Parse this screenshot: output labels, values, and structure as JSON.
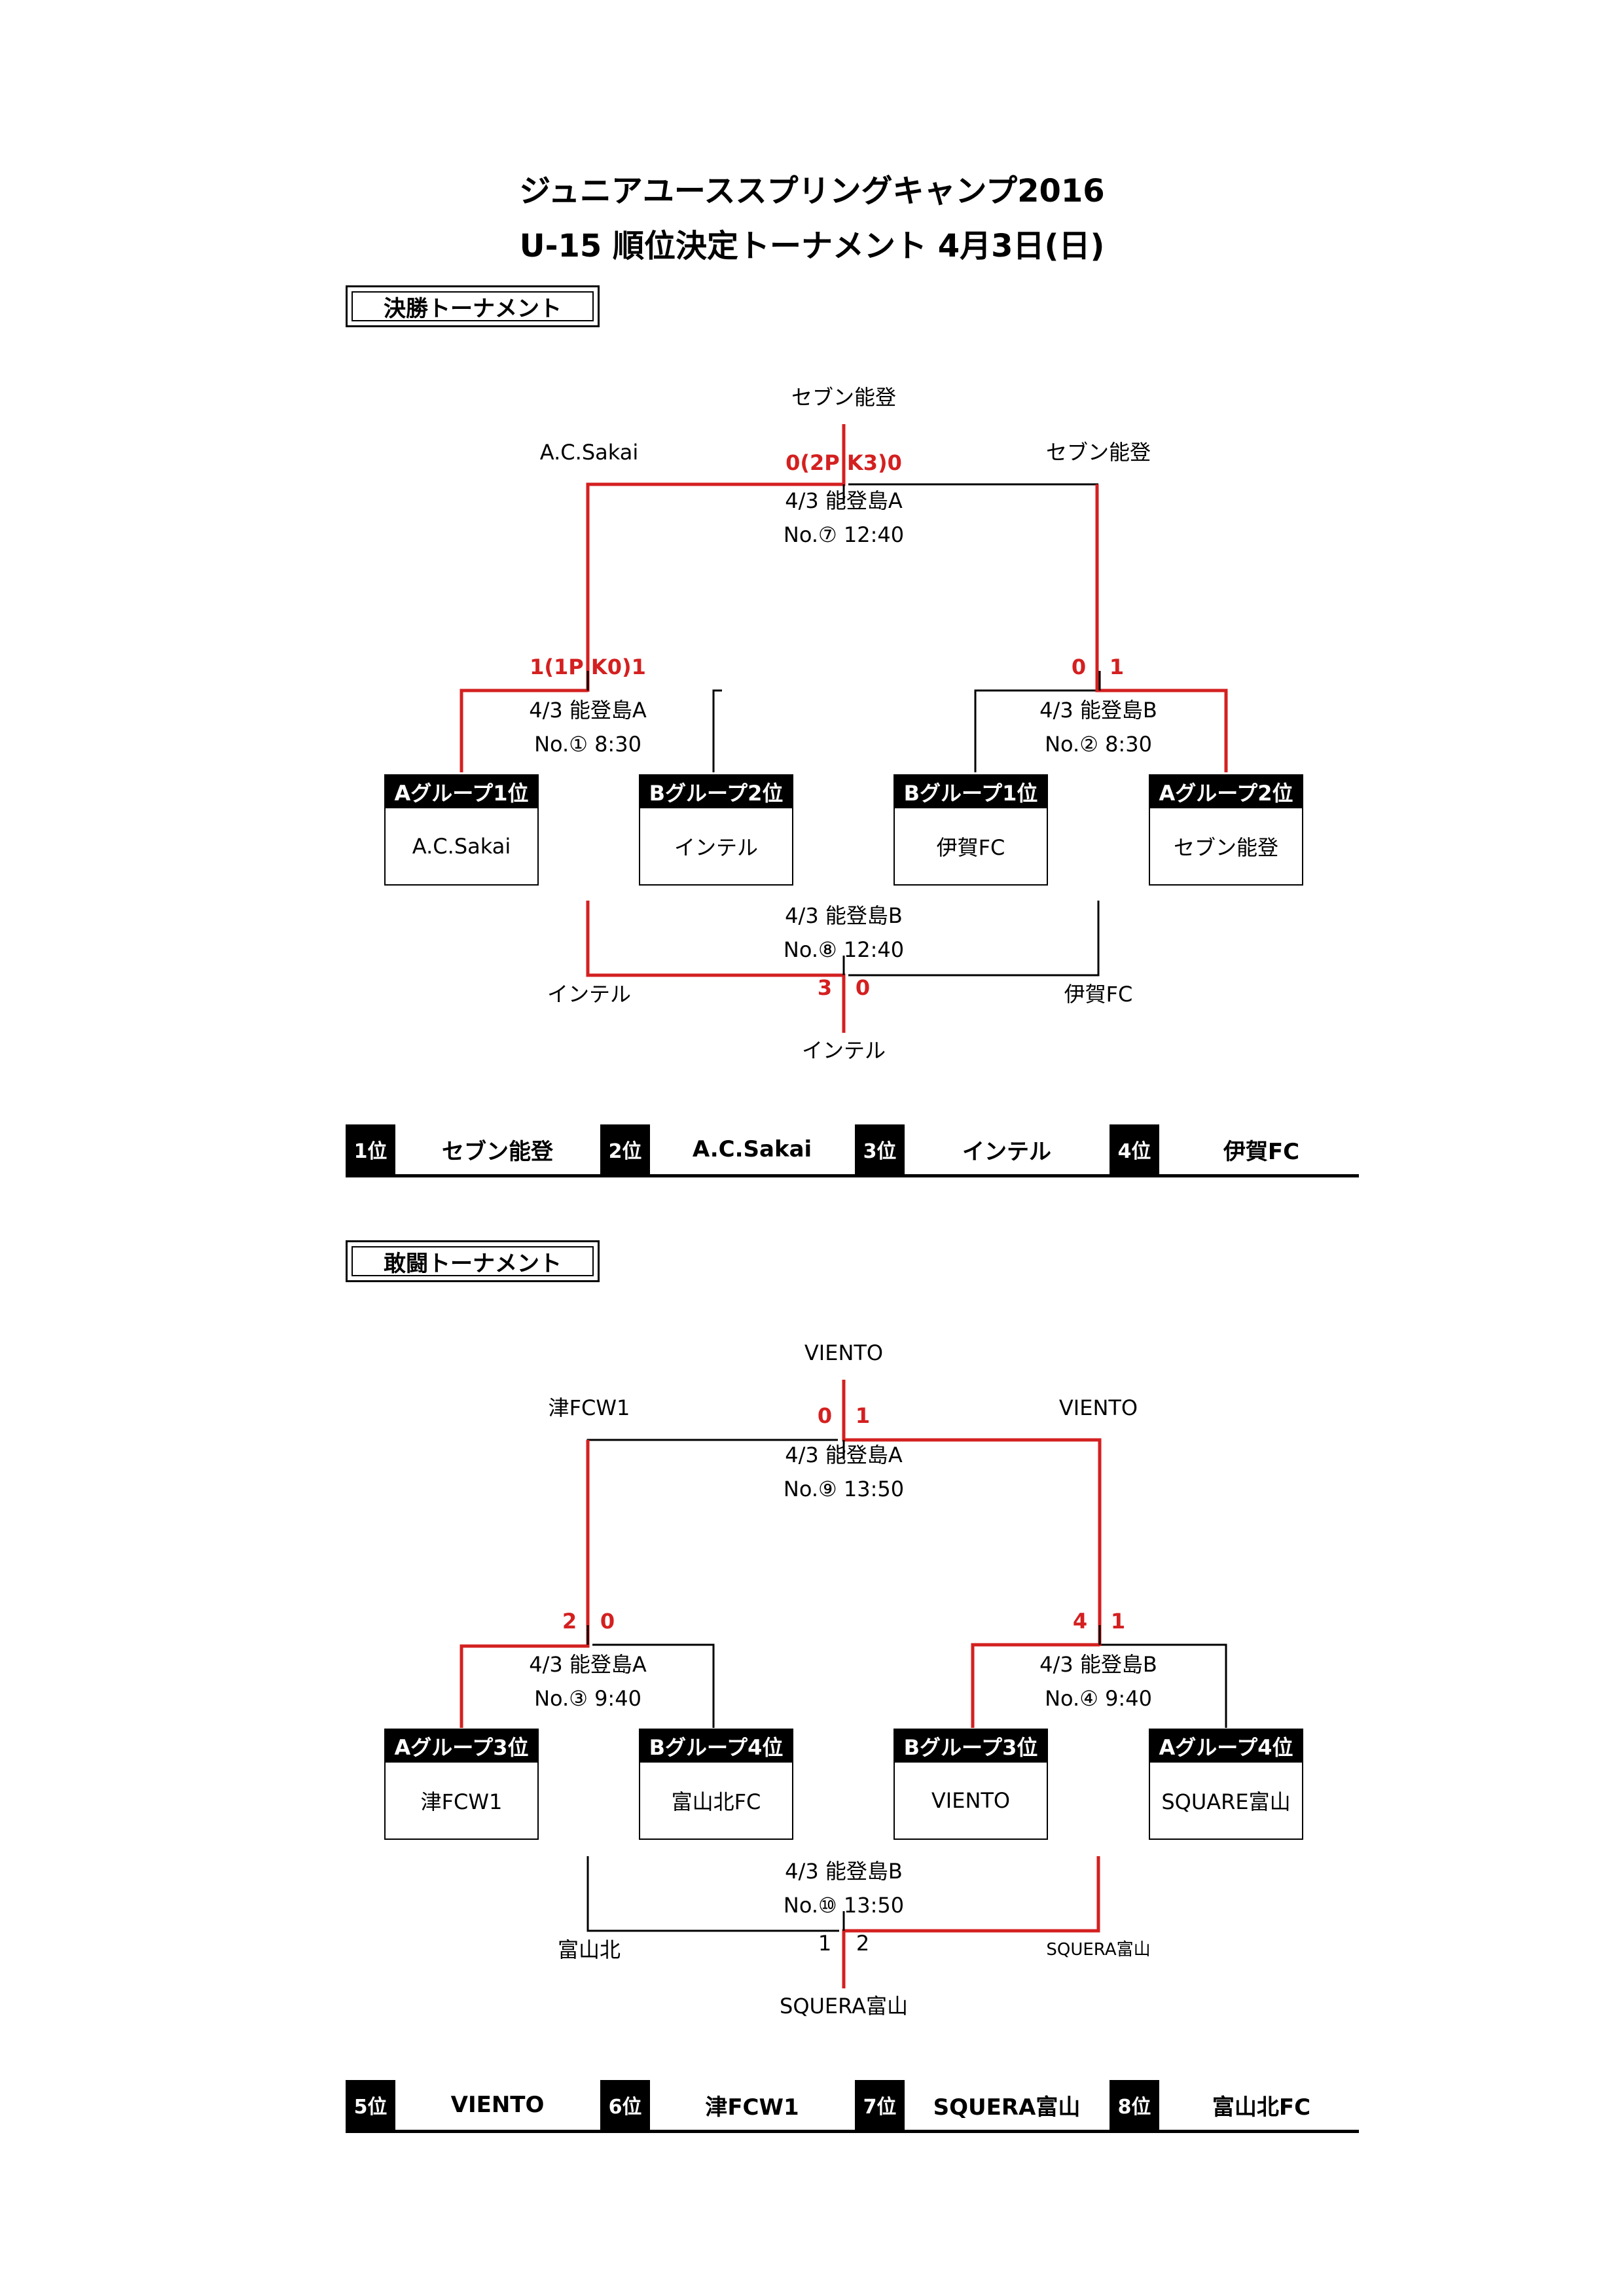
{
  "title": {
    "line1": "ジュニアユーススプリングキャンプ2016",
    "line2": "U-15 順位決定トーナメント 4月3日(日)"
  },
  "colors": {
    "win_line": "#d42020",
    "line": "#000000",
    "header_bg": "#000000"
  },
  "final": {
    "section": "決勝トーナメント",
    "winner": "セブン能登",
    "final_match": {
      "left_team": "A.C.Sakai",
      "right_team": "セブン能登",
      "score": "0(2P K3)0",
      "venue": "4/3 能登島A",
      "no": "No.⑦ 12:40"
    },
    "semi1": {
      "score": "1(1P K0)1",
      "venue": "4/3 能登島A",
      "no": "No.① 8:30"
    },
    "semi2": {
      "score_left": "0",
      "score_right": "1",
      "venue": "4/3 能登島B",
      "no": "No.② 8:30"
    },
    "teams": [
      {
        "header": "Aグループ1位",
        "name": "A.C.Sakai"
      },
      {
        "header": "Bグループ2位",
        "name": "インテル"
      },
      {
        "header": "Bグループ1位",
        "name": "伊賀FC"
      },
      {
        "header": "Aグループ2位",
        "name": "セブン能登"
      }
    ],
    "third_match": {
      "venue": "4/3 能登島B",
      "no": "No.⑧ 12:40",
      "left_team": "インテル",
      "right_team": "伊賀FC",
      "score_left": "3",
      "score_right": "0",
      "winner": "インテル"
    },
    "ranks": [
      {
        "label": "1位",
        "name": "セブン能登"
      },
      {
        "label": "2位",
        "name": "A.C.Sakai"
      },
      {
        "label": "3位",
        "name": "インテル"
      },
      {
        "label": "4位",
        "name": "伊賀FC"
      }
    ]
  },
  "consolation": {
    "section": "敢闘トーナメント",
    "winner": "VIENTO",
    "final_match": {
      "left_team": "津FCW1",
      "right_team": "VIENTO",
      "score_left": "0",
      "score_right": "1",
      "venue": "4/3 能登島A",
      "no": "No.⑨ 13:50"
    },
    "semi1": {
      "score_left": "2",
      "score_right": "0",
      "venue": "4/3 能登島A",
      "no": "No.③ 9:40"
    },
    "semi2": {
      "score_left": "4",
      "score_right": "1",
      "venue": "4/3 能登島B",
      "no": "No.④ 9:40"
    },
    "teams": [
      {
        "header": "Aグループ3位",
        "name": "津FCW1"
      },
      {
        "header": "Bグループ4位",
        "name": "富山北FC"
      },
      {
        "header": "Bグループ3位",
        "name": "VIENTO"
      },
      {
        "header": "Aグループ4位",
        "name": "SQUARE富山"
      }
    ],
    "third_match": {
      "venue": "4/3 能登島B",
      "no": "No.⑩ 13:50",
      "left_team": "富山北",
      "right_team": "SQUERA富山",
      "score_left": "1",
      "score_right": "2",
      "winner": "SQUERA富山"
    },
    "ranks": [
      {
        "label": "5位",
        "name": "VIENTO"
      },
      {
        "label": "6位",
        "name": "津FCW1"
      },
      {
        "label": "7位",
        "name": "SQUERA富山"
      },
      {
        "label": "8位",
        "name": "富山北FC"
      }
    ]
  }
}
